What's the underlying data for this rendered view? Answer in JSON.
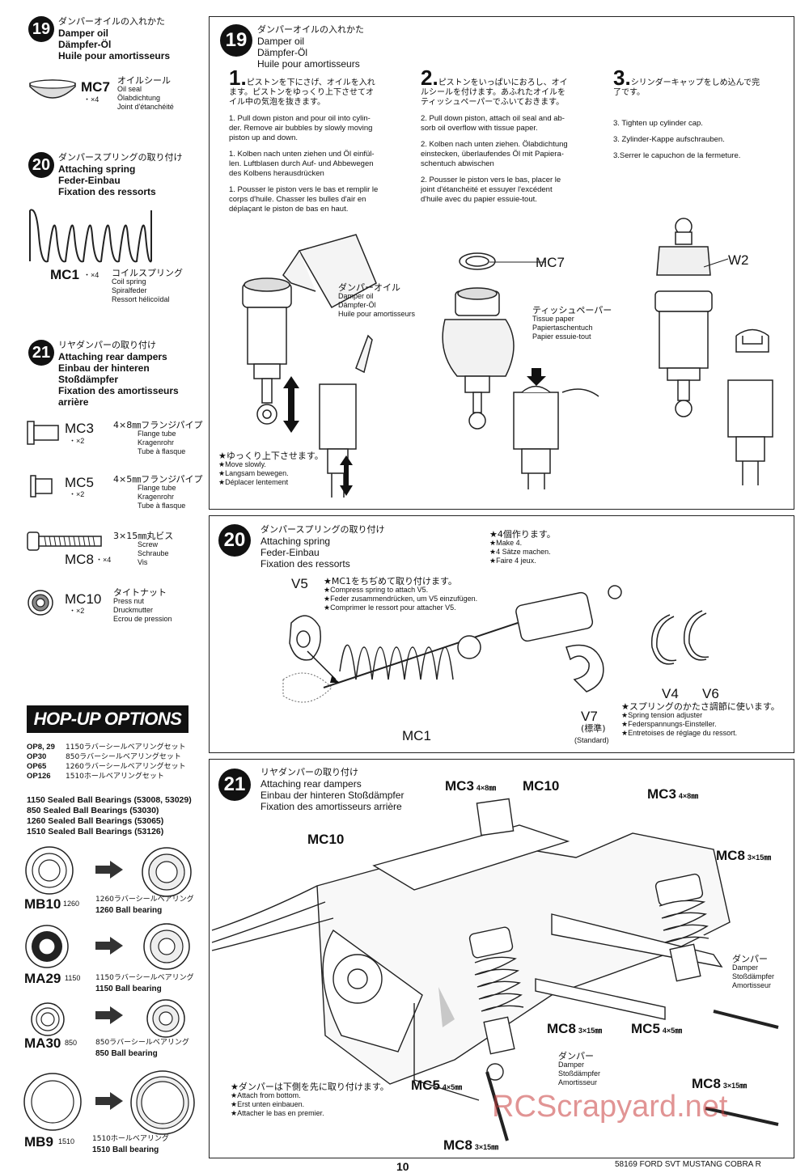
{
  "left": {
    "s19": {
      "num": "19",
      "jp": "ダンパーオイルの入れかた",
      "en": "Damper oil",
      "de": "Dämpfer-Öl",
      "fr": "Huile pour amortisseurs",
      "part": {
        "code": "MC7",
        "qty": "・×4",
        "jp": "オイルシール",
        "en": "Oil seal",
        "de": "Ölabdichtung",
        "fr": "Joint d'étanchéité"
      }
    },
    "s20": {
      "num": "20",
      "jp": "ダンパースプリングの取り付け",
      "en": "Attaching spring",
      "de": "Feder-Einbau",
      "fr": "Fixation des ressorts",
      "part": {
        "code": "MC1",
        "qty": "・×4",
        "jp": "コイルスプリング",
        "en": "Coil spring",
        "de": "Spiralfeder",
        "fr": "Ressort hélicoïdal"
      }
    },
    "s21": {
      "num": "21",
      "jp": "リヤダンパーの取り付け",
      "en": "Attaching rear dampers",
      "de1": "Einbau der hinteren",
      "de2": "Stoßdämpfer",
      "fr1": "Fixation des amortisseurs",
      "fr2": "arrière",
      "parts": [
        {
          "code": "MC3",
          "qty": "・×2",
          "jp": "4×8㎜フランジパイプ",
          "en": "Flange tube",
          "de": "Kragenrohr",
          "fr": "Tube à flasque"
        },
        {
          "code": "MC5",
          "qty": "・×2",
          "jp": "4×5㎜フランジパイプ",
          "en": "Flange tube",
          "de": "Kragenrohr",
          "fr": "Tube à flasque"
        },
        {
          "code": "MC8",
          "qty": "・×4",
          "jp": "3×15㎜丸ビス",
          "en": "Screw",
          "de": "Schraube",
          "fr": "Vis"
        },
        {
          "code": "MC10",
          "qty": "・×2",
          "jp": "タイトナット",
          "en": "Press nut",
          "de": "Druckmutter",
          "fr": "Ecrou de pression"
        }
      ]
    },
    "hopup": {
      "title": "HOP-UP OPTIONS",
      "options": [
        {
          "code": "OP8, 29",
          "text": "1150ラバーシールベアリングセット"
        },
        {
          "code": "OP30",
          "text": "850ラバーシールベアリングセット"
        },
        {
          "code": "OP65",
          "text": "1260ラバーシールベアリングセット"
        },
        {
          "code": "OP126",
          "text": "1510ホールベアリングセット"
        }
      ],
      "sealed": [
        "1150 Sealed Ball Bearings (53008, 53029)",
        "850  Sealed Ball Bearings (53030)",
        "1260 Sealed Ball Bearings (53065)",
        "1510 Sealed Ball Bearings (53126)"
      ],
      "bearings": [
        {
          "code": "MB10",
          "size": "1260",
          "jp": "1260ラバーシールベアリング",
          "en": "1260 Ball bearing"
        },
        {
          "code": "MA29",
          "size": "1150",
          "jp": "1150ラバーシールベアリング",
          "en": "1150 Ball bearing"
        },
        {
          "code": "MA30",
          "size": "850",
          "jp": "850ラバーシールベアリング",
          "en": "850 Ball bearing"
        },
        {
          "code": "MB9",
          "size": "1510",
          "jp": "1510ホールベアリング",
          "en": "1510 Ball bearing"
        }
      ]
    }
  },
  "p19": {
    "num": "19",
    "jp": "ダンパーオイルの入れかた",
    "en": "Damper oil",
    "de": "Dämpfer-Öl",
    "fr": "Huile pour amortisseurs",
    "steps": [
      {
        "n": "1.",
        "jp1": "ピストンを下にさげ、オイルを入れ",
        "jp2": "ます。ピストンをゆっくり上下させてオ",
        "jp3": "イル中の気泡を抜きます。",
        "en1": "1. Pull down piston and pour oil into cylin-",
        "en2": "der. Remove air bubbles by slowly moving",
        "en3": "piston up and down.",
        "de1": "1. Kolben nach unten ziehen und Öl einfül-",
        "de2": "len. Luftblasen durch Auf- und Abbewegen",
        "de3": "des Kolbens herausdrücken",
        "fr1": "1. Pousser le piston vers le bas et remplir le",
        "fr2": "corps d'huile. Chasser les bulles d'air en",
        "fr3": "déplaçant le piston de bas en haut."
      },
      {
        "n": "2.",
        "jp1": "ピストンをいっぱいにおろし、オイ",
        "jp2": "ルシールを付けます。あふれたオイルを",
        "jp3": "ティッシュペーパーでふいておきます。",
        "en1": "2. Pull down piston, attach oil seal and ab-",
        "en2": "sorb oil overflow with tissue paper.",
        "en3": "",
        "de1": "2. Kolben nach unten ziehen. Ölabdichtung",
        "de2": "einstecken, überlaufendes Öl mit Papiera-",
        "de3": "schentuch abwischen",
        "fr1": "2. Pousser le piston vers le bas, placer le",
        "fr2": "joint d'étanchéité et essuyer l'excédent",
        "fr3": "d'huile avec du papier essuie-tout."
      },
      {
        "n": "3.",
        "jp1": "シリンダーキャップをしめ込んで完",
        "jp2": "了です。",
        "jp3": "",
        "en1": "3. Tighten up cylinder cap.",
        "de1": "3. Zylinder-Kappe aufschrauben.",
        "fr1": "3.Serrer le capuchon de la fermeture."
      }
    ],
    "oil_label": {
      "jp": "ダンパーオイル",
      "en": "Damper oil",
      "de": "Dämpfer-Öl",
      "fr": "Huile pour amortisseurs"
    },
    "tissue_label": {
      "jp": "ティッシュペーパー",
      "en": "Tissue paper",
      "de": "Papiertaschentuch",
      "fr": "Papier essuie-tout"
    },
    "mc7": "MC7",
    "w2": "W2",
    "note": {
      "jp": "★ゆっくり上下させます。",
      "en": "★Move slowly.",
      "de": "★Langsam bewegen.",
      "fr": "★Déplacer lentement"
    }
  },
  "p20": {
    "num": "20",
    "jp": "ダンパースプリングの取り付け",
    "en": "Attaching spring",
    "de": "Feder-Einbau",
    "fr": "Fixation des ressorts",
    "make": {
      "jp": "★4個作ります。",
      "en": "★Make 4.",
      "de": "★4 Sätze machen.",
      "fr": "★Faire 4 jeux."
    },
    "compress": {
      "jp": "★MC1をちぢめて取り付けます。",
      "en": "★Compress spring to attach V5.",
      "de": "★Feder zusammendrücken, um V5 einzufügen.",
      "fr": "★Comprimer le ressort pour attacher V5."
    },
    "v5": "V5",
    "v4": "V4",
    "v6": "V6",
    "v7": "V7",
    "mc1": "MC1",
    "standard_jp": "(標準)",
    "standard": "(Standard)",
    "adjust": {
      "jp": "★スプリングのかたさ調節に使います。",
      "en": "★Spring tension adjuster",
      "de": "★Federspannungs-Einsteller.",
      "fr": "★Entretoises de réglage du ressort."
    }
  },
  "p21": {
    "num": "21",
    "jp": "リヤダンパーの取り付け",
    "en": "Attaching rear dampers",
    "de": "Einbau der hinteren Stoßdämpfer",
    "fr": "Fixation des amortisseurs arrière",
    "mc3a": "MC3",
    "mc3a_size": "4×8㎜",
    "mc10a": "MC10",
    "mc3b": "MC3",
    "mc3b_size": "4×8㎜",
    "mc10b": "MC10",
    "mc8a": "MC8",
    "mc8a_size": "3×15㎜",
    "mc8b": "MC8",
    "mc8b_size": "3×15㎜",
    "mc5a": "MC5",
    "mc5a_size": "4×5㎜",
    "mc8c": "MC8",
    "mc8c_size": "3×15㎜",
    "mc5b": "MC5",
    "mc5b_size": "4×5㎜",
    "mc8d": "MC8",
    "mc8d_size": "3×15㎜",
    "damper1": {
      "jp": "ダンパー",
      "en": "Damper",
      "de": "Stoßdämpfer",
      "fr": "Amortisseur"
    },
    "damper2": {
      "jp": "ダンパー",
      "en": "Damper",
      "de": "Stoßdämpfer",
      "fr": "Amortisseur"
    },
    "note": {
      "jp": "★ダンパーは下側を先に取り付けます。",
      "en": "★Attach from bottom.",
      "de": "★Erst unten einbauen.",
      "fr": "★Attacher le bas en premier."
    }
  },
  "footer": {
    "page": "10",
    "model": "58169 FORD SVT MUSTANG COBRA R",
    "watermark": "RCScrapyard.net"
  }
}
